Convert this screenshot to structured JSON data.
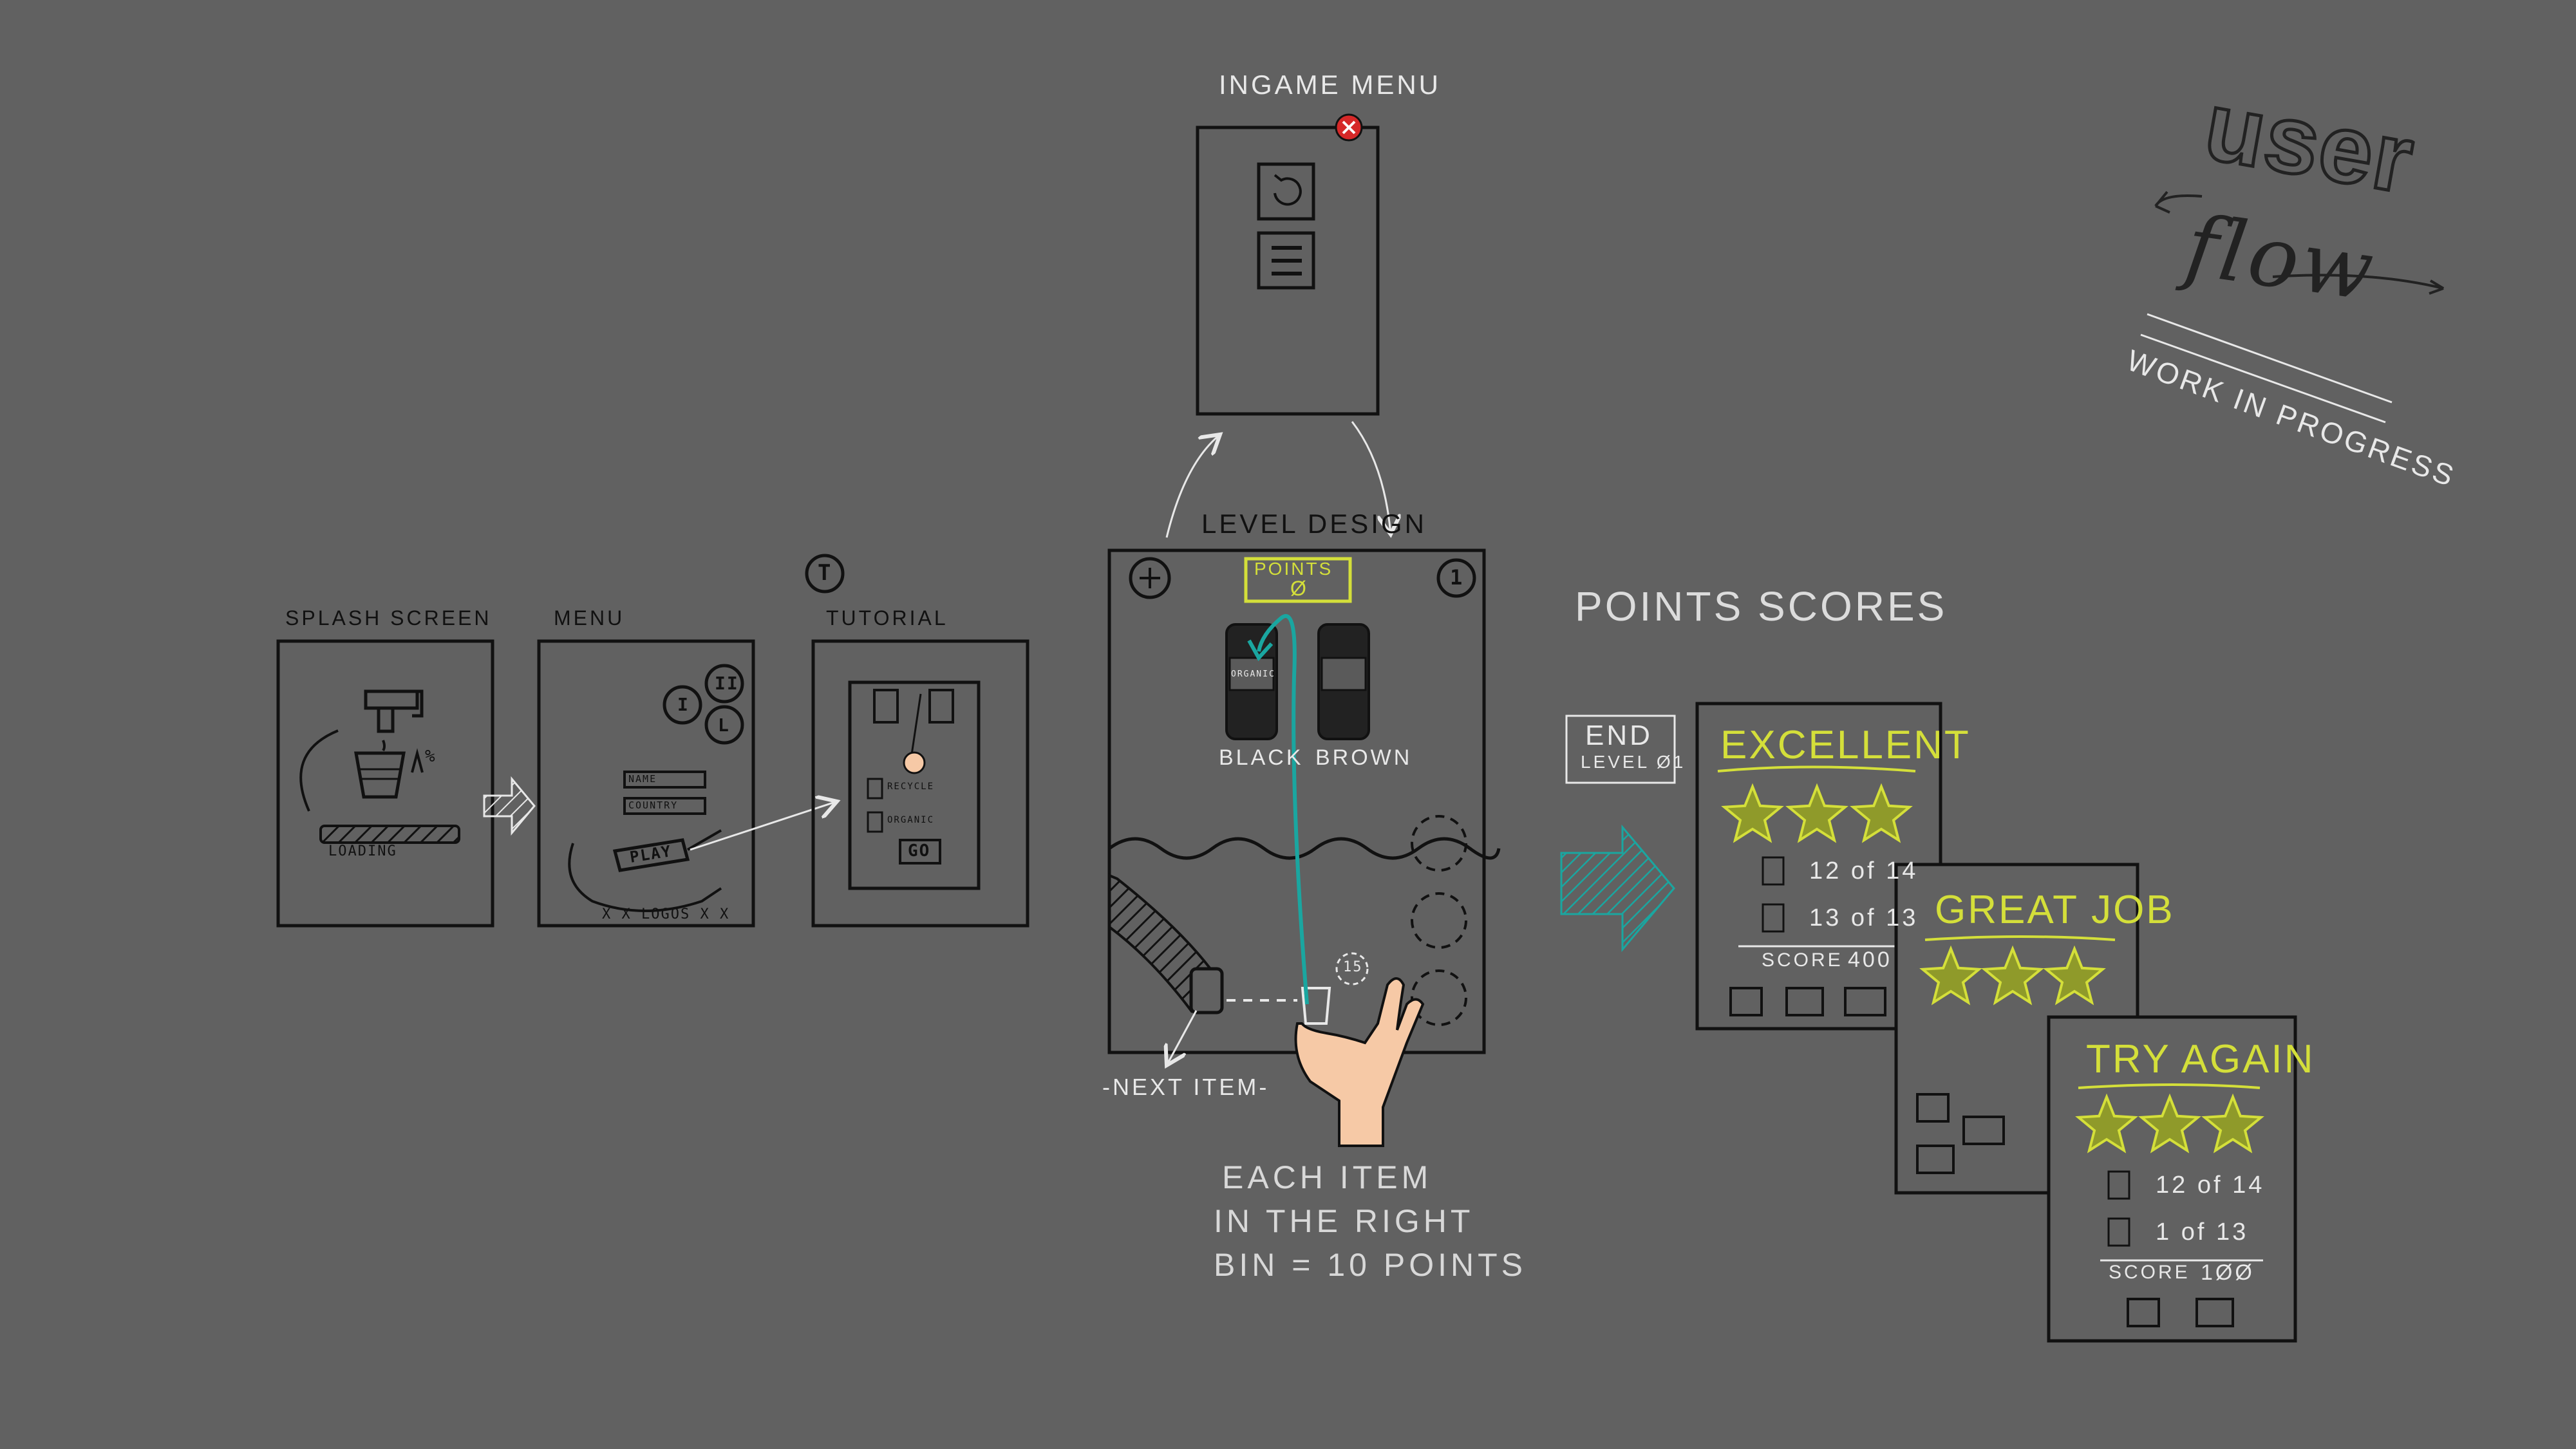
{
  "screens": {
    "splash": {
      "title": "SPLASH SCREEN",
      "loading": "LOADING",
      "pct": "%"
    },
    "menu": {
      "title": "MENU",
      "name_field": "NAME",
      "country_field": "COUNTRY",
      "play": "PLAY",
      "logos": "X X LOGOS X X",
      "icon_a": "I",
      "icon_b": "II",
      "icon_c": "L"
    },
    "tutorial": {
      "title": "TUTORIAL",
      "badge": "T",
      "recycle": "RECYCLE",
      "organic": "ORGANIC",
      "go": "GO"
    },
    "ingame_menu": {
      "title": "INGAME MENU"
    },
    "level_design": {
      "title": "LEVEL DESIGN",
      "points_label": "POINTS",
      "points_value": "Ø",
      "level_badge": "1",
      "bin_left_label": "ORGANIC",
      "bin_left_name": "BLACK",
      "bin_right_name": "BROWN",
      "next_item": "-NEXT ITEM-",
      "timer": "15"
    }
  },
  "notes": {
    "rule_line1": "EACH  ITEM",
    "rule_line2": "IN THE RIGHT",
    "rule_line3": "BIN = 10 POINTS"
  },
  "points_scores": {
    "title": "POINTS SCORES",
    "end_line1": "END",
    "end_line2": "LEVEL Ø1",
    "excellent": {
      "heading": "EXCELLENT",
      "stat1": "12 of 14",
      "stat2": "13 of 13",
      "score_label": "SCORE",
      "score_value": "400",
      "stars_filled": 3
    },
    "great_job": {
      "heading": "GREAT JOB",
      "stars_filled": 3
    },
    "try_again": {
      "heading": "TRY AGAIN",
      "stat1": "12 of 14",
      "stat2": "1 of 13",
      "score_label": "SCORE",
      "score_value": "1ØØ",
      "stars_filled": 3
    }
  },
  "header": {
    "logo_line1": "user",
    "logo_line2": "flow",
    "subtitle": "WORK IN PROGRESS"
  },
  "colors": {
    "background": "#616161",
    "ink": "#111111",
    "accent_yellow": "#d4df3a",
    "accent_teal": "#1aa6a0",
    "close_red": "#d62828",
    "hand_skin": "#f6c9a6"
  }
}
